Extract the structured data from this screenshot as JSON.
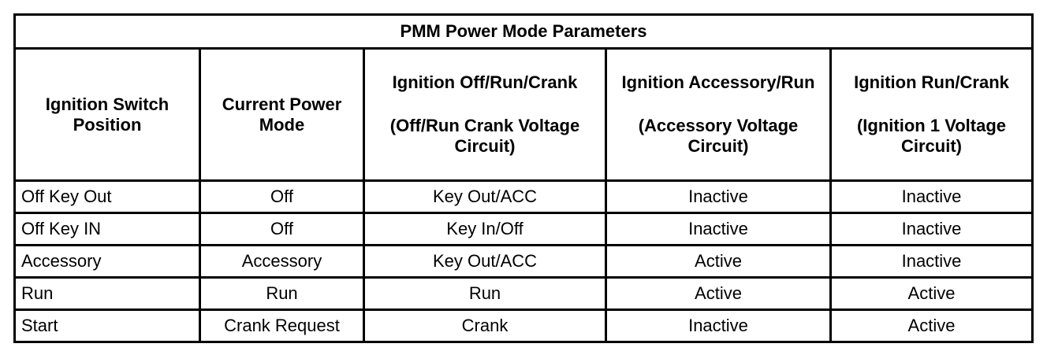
{
  "table": {
    "title": "PMM Power Mode Parameters",
    "columns": [
      {
        "main": "Ignition Switch Position",
        "sub": ""
      },
      {
        "main": "Current Power Mode",
        "sub": ""
      },
      {
        "main": "Ignition Off/Run/Crank",
        "sub": "(Off/Run Crank Voltage Circuit)"
      },
      {
        "main": "Ignition Accessory/Run",
        "sub": "(Accessory Voltage Circuit)"
      },
      {
        "main": "Ignition Run/Crank",
        "sub": "(Ignition 1 Voltage Circuit)"
      }
    ],
    "rows": [
      {
        "switch_position": "Off Key Out",
        "power_mode": "Off",
        "off_run_crank": "Key Out/ACC",
        "accessory": "Inactive",
        "ignition1": "Inactive"
      },
      {
        "switch_position": "Off Key IN",
        "power_mode": "Off",
        "off_run_crank": "Key In/Off",
        "accessory": "Inactive",
        "ignition1": "Inactive"
      },
      {
        "switch_position": "Accessory",
        "power_mode": "Accessory",
        "off_run_crank": "Key Out/ACC",
        "accessory": "Active",
        "ignition1": "Inactive"
      },
      {
        "switch_position": "Run",
        "power_mode": "Run",
        "off_run_crank": "Run",
        "accessory": "Active",
        "ignition1": "Active"
      },
      {
        "switch_position": "Start",
        "power_mode": "Crank Request",
        "off_run_crank": "Crank",
        "accessory": "Inactive",
        "ignition1": "Active"
      }
    ]
  },
  "colors": {
    "border": "#000000",
    "background": "#ffffff",
    "text": "#000000"
  }
}
